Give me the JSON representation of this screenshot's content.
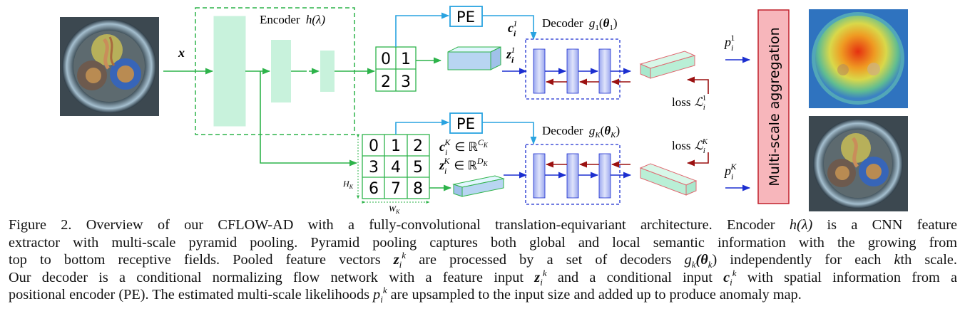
{
  "encoder": {
    "label": "Encoder",
    "func": "h(λ)"
  },
  "x_label": "x",
  "pe_top": "PE",
  "pe_bottom": "PE",
  "decoder_top": {
    "label": "Decoder",
    "func": "g",
    "sub": "1",
    "arg": "θ",
    "argsub": "1"
  },
  "decoder_bottom": {
    "label": "Decoder",
    "func": "g",
    "sub": "K",
    "arg": "θ",
    "argsub": "K"
  },
  "grid_small": [
    "0",
    "1",
    "2",
    "3"
  ],
  "grid_large": [
    "0",
    "1",
    "2",
    "3",
    "4",
    "5",
    "6",
    "7",
    "8"
  ],
  "c_top": {
    "base": "c",
    "sub": "i",
    "sup": "1"
  },
  "z_top": {
    "base": "z",
    "sub": "i",
    "sup": "1"
  },
  "c_bottom": {
    "base": "c",
    "sub": "i",
    "sup": "K",
    "rel": "∈ ℝ",
    "space_sup": "C",
    "space_sub": "K"
  },
  "z_bottom": {
    "base": "z",
    "sub": "i",
    "sup": "K",
    "rel": "∈ ℝ",
    "space_sup": "D",
    "space_sub": "K"
  },
  "loss_top": {
    "label": "loss",
    "sym": "ℒ",
    "sub": "i",
    "sup": "1"
  },
  "loss_bottom": {
    "label": "loss",
    "sym": "ℒ",
    "sub": "i",
    "sup": "K"
  },
  "p_top": {
    "base": "p",
    "sub": "i",
    "sup": "1"
  },
  "p_bottom": {
    "base": "p",
    "sub": "i",
    "sup": "K"
  },
  "height_label": {
    "base": "H",
    "sub": "K"
  },
  "width_label": {
    "base": "W",
    "sub": "K"
  },
  "aggregation": "Multi-scale aggregation",
  "caption": {
    "l1": [
      "Figure 2. Overview of our CFLOW-AD with a fully-convolutional translation-equivariant architecture.  Encoder ",
      "h(λ)",
      " is a CNN feature"
    ],
    "l2": "extractor with multi-scale pyramid pooling. Pyramid pooling captures both global and local semantic information with the growing from",
    "l3": [
      "top to bottom receptive fields.  Pooled feature vectors ",
      "z",
      "i",
      "k",
      " are processed by a set of decoders ",
      "g",
      "k",
      "(θ",
      "k",
      ") independently for each ",
      "k",
      "th scale."
    ],
    "l4": [
      "Our decoder is a conditional normalizing flow network with a feature input ",
      "z",
      "i",
      "k",
      " and a conditional input ",
      "c",
      "i",
      "k",
      " with spatial information from a"
    ],
    "l5": [
      "positional encoder (PE). The estimated multi-scale likelihoods ",
      "p",
      "i",
      "k",
      " are upsampled to the input size and added up to produce anomaly map."
    ]
  },
  "colors": {
    "encoder_green": "#2db34a",
    "block_fill": "#c8f2dc",
    "pe_blue": "#29a3e0",
    "decoder_blue": "#1c2fd0",
    "loss_red": "#9b1111",
    "aggregation_fill": "#f7b6bb",
    "aggregation_border": "#c0202c"
  }
}
